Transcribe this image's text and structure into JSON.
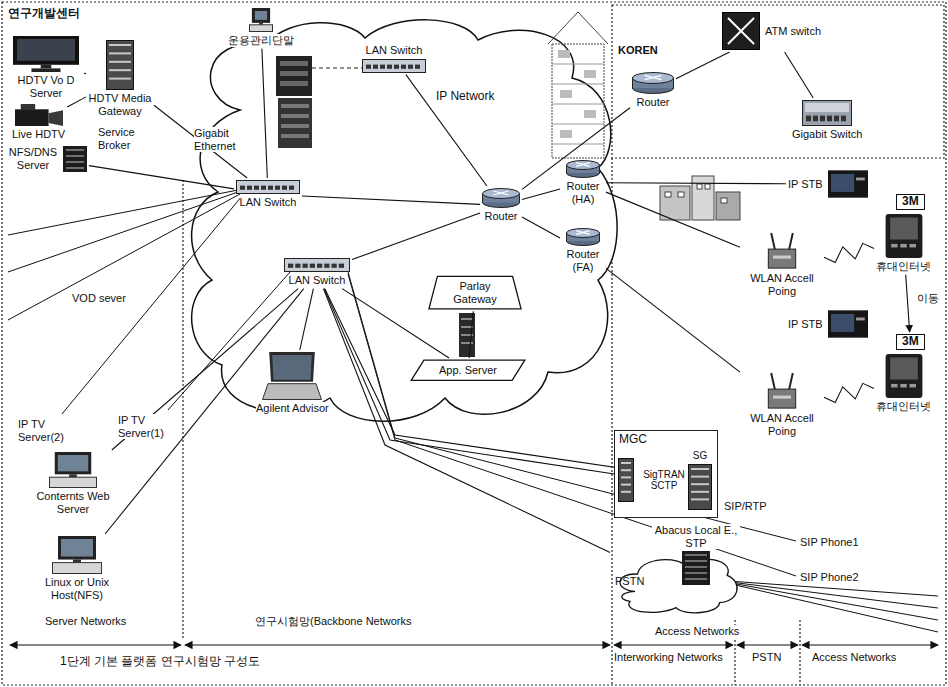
{
  "diagram": {
    "caption": "1단계 기본 플랫폼 연구시험망 구성도",
    "nodes": [
      {
        "text": [
          "HDTV Vo D Server"
        ]
      },
      {
        "text": [
          "Live HDTV"
        ]
      },
      {
        "text": [
          "HDTV Media Gateway"
        ]
      },
      {
        "text": [
          "NFS/DNS Server"
        ]
      },
      {
        "text": [
          "운용관리단말"
        ]
      },
      {
        "text": [
          "LAN Switch"
        ]
      },
      {
        "text": [
          "LAN Switch"
        ]
      },
      {
        "text": [
          "Router"
        ]
      },
      {
        "text": [
          "Router (HA)"
        ]
      },
      {
        "text": [
          "Router (FA)"
        ]
      },
      {
        "text": [
          "LAN Switch"
        ]
      },
      {
        "text": [
          "Parlay Gateway"
        ]
      },
      {
        "text": [
          "App. Server"
        ]
      },
      {
        "text": [
          "Agilent Advisor"
        ]
      },
      {
        "text": [
          "Conternts Web Server"
        ]
      },
      {
        "text": [
          "Linux or Unix Host(NFS)"
        ]
      },
      {
        "text": [
          "Router"
        ]
      },
      {
        "text": [
          "ATM switch"
        ]
      },
      {
        "text": [
          "Gigabit Switch"
        ]
      },
      {
        "text": [
          "IP STB"
        ]
      },
      {
        "text": [
          "3M"
        ]
      },
      {
        "text": [
          "휴대인터넷"
        ]
      },
      {
        "text": [
          "WLAN Accell Poing"
        ]
      },
      {
        "text": [
          "IP STB"
        ]
      },
      {
        "text": [
          "3M"
        ]
      },
      {
        "text": [
          "휴대인터넷"
        ]
      },
      {
        "text": [
          "WLAN Accell Poing"
        ]
      },
      {
        "text": [
          "MGC"
        ]
      },
      {
        "text": [
          "SigTRAN SCTP"
        ],
        "in": 27
      },
      {
        "text": [
          "SG"
        ],
        "in": 27
      },
      {
        "text": [
          "PSTN"
        ]
      },
      {
        "text": [
          "Abacus Local E., STP"
        ],
        "in": 30
      }
    ],
    "edges": [
      {
        "from": 0,
        "to": 2,
        "arrow": "none"
      },
      {
        "from": 1,
        "to": 2,
        "arrow": "none"
      },
      {
        "from": 2,
        "to": 6,
        "label": "Gigabit Ethernet",
        "arrow": "none"
      },
      {
        "from": 4,
        "to": 6,
        "arrow": "none"
      },
      {
        "from": 3,
        "to": 6,
        "arrow": "none"
      },
      {
        "from": 6,
        "to": 7,
        "arrow": "none"
      },
      {
        "from": 5,
        "to": 7,
        "arrow": "none"
      },
      {
        "from": 7,
        "to": 8,
        "arrow": "none"
      },
      {
        "from": 7,
        "to": 9,
        "arrow": "none"
      },
      {
        "from": 7,
        "to": 16,
        "arrow": "none"
      },
      {
        "from": 7,
        "to": 10,
        "arrow": "none"
      },
      {
        "from": 8,
        "to": 19,
        "arrow": "none"
      },
      {
        "from": 8,
        "to": 22,
        "arrow": "none"
      },
      {
        "from": 9,
        "to": 26,
        "arrow": "none"
      },
      {
        "from": 10,
        "to": 13,
        "arrow": "none"
      },
      {
        "from": 10,
        "to": 12,
        "arrow": "none"
      },
      {
        "from": 11,
        "to": 12,
        "arrow": "none"
      },
      {
        "from": 10,
        "to": 14,
        "arrow": "none"
      },
      {
        "from": 10,
        "to": 15,
        "arrow": "none"
      },
      {
        "from": 10,
        "to": 28,
        "arrow": "none"
      },
      {
        "from": 10,
        "to": 29,
        "arrow": "none"
      },
      {
        "from": 10,
        "to": 30,
        "arrow": "none"
      },
      {
        "from": 16,
        "to": 17,
        "arrow": "none"
      },
      {
        "from": 17,
        "to": 18,
        "arrow": "none"
      },
      {
        "from": 22,
        "to": 21,
        "arrow": "none"
      },
      {
        "from": 26,
        "to": 25,
        "arrow": "none"
      },
      {
        "from": 21,
        "to": 24,
        "label": "이동",
        "arrow": "to"
      }
    ],
    "labels": [
      "연구개발센터",
      "Service Broker",
      "IP Network",
      "VOD sever",
      "IP TV Server(2)",
      "IP TV Server(1)",
      "KOREN",
      "SIP/RTP",
      "SIP Phone1",
      "SIP Phone2",
      "Server Networks",
      "연구시험망(Backbone Networks",
      "Access Networks",
      "Interworking Networks",
      "PSTN",
      "Access Networks"
    ]
  }
}
